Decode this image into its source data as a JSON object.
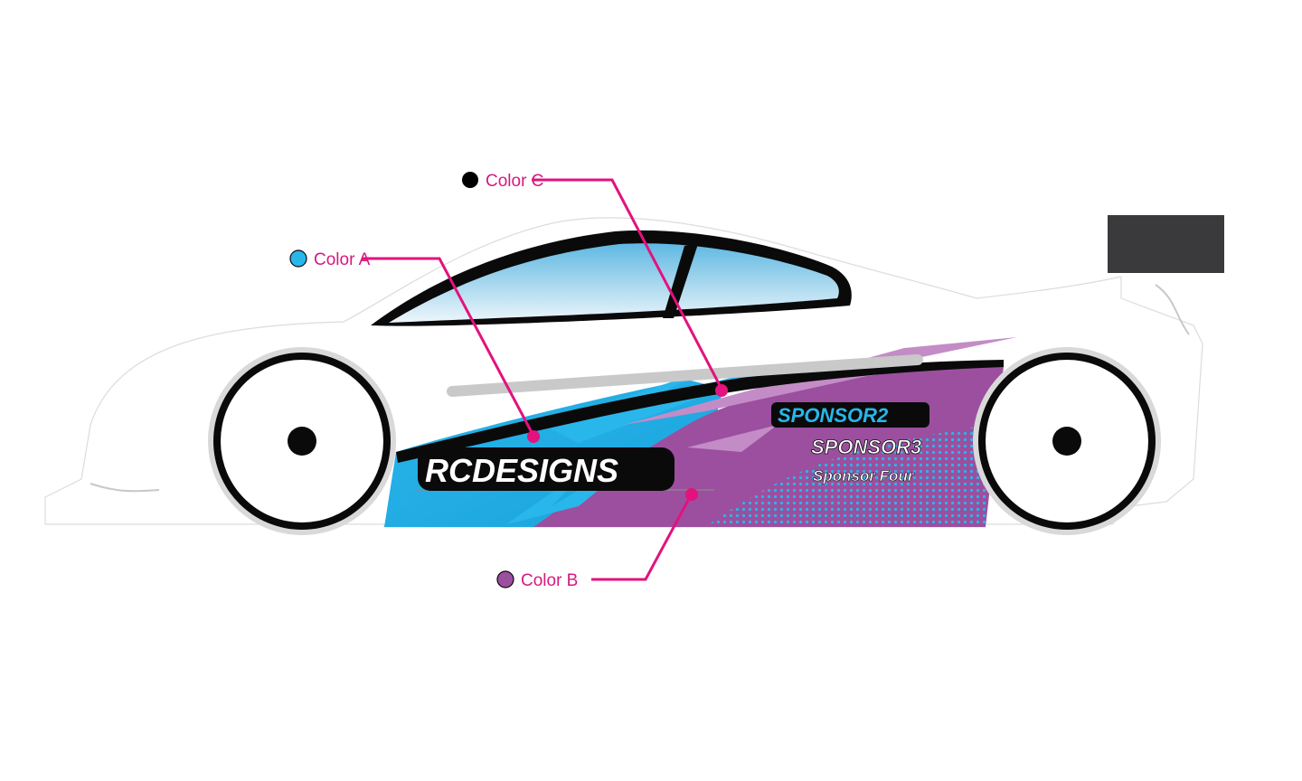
{
  "livery": {
    "logo": "RCDESIGNS",
    "sponsors": [
      "SPONSOR2",
      "SPONSOR3",
      "Sponsor Four"
    ]
  },
  "callouts": [
    {
      "id": "c",
      "label": "Color C",
      "swatch": "#000000"
    },
    {
      "id": "a",
      "label": "Color A",
      "swatch": "#29b6ea"
    },
    {
      "id": "b",
      "label": "Color B",
      "swatch": "#9b4f9e"
    }
  ],
  "colors": {
    "accent_line": "#e3127d",
    "color_a": "#29b6ea",
    "color_b": "#9b4f9e",
    "color_c": "#000000",
    "body": "#ffffff",
    "wing": "#3a3a3c"
  }
}
